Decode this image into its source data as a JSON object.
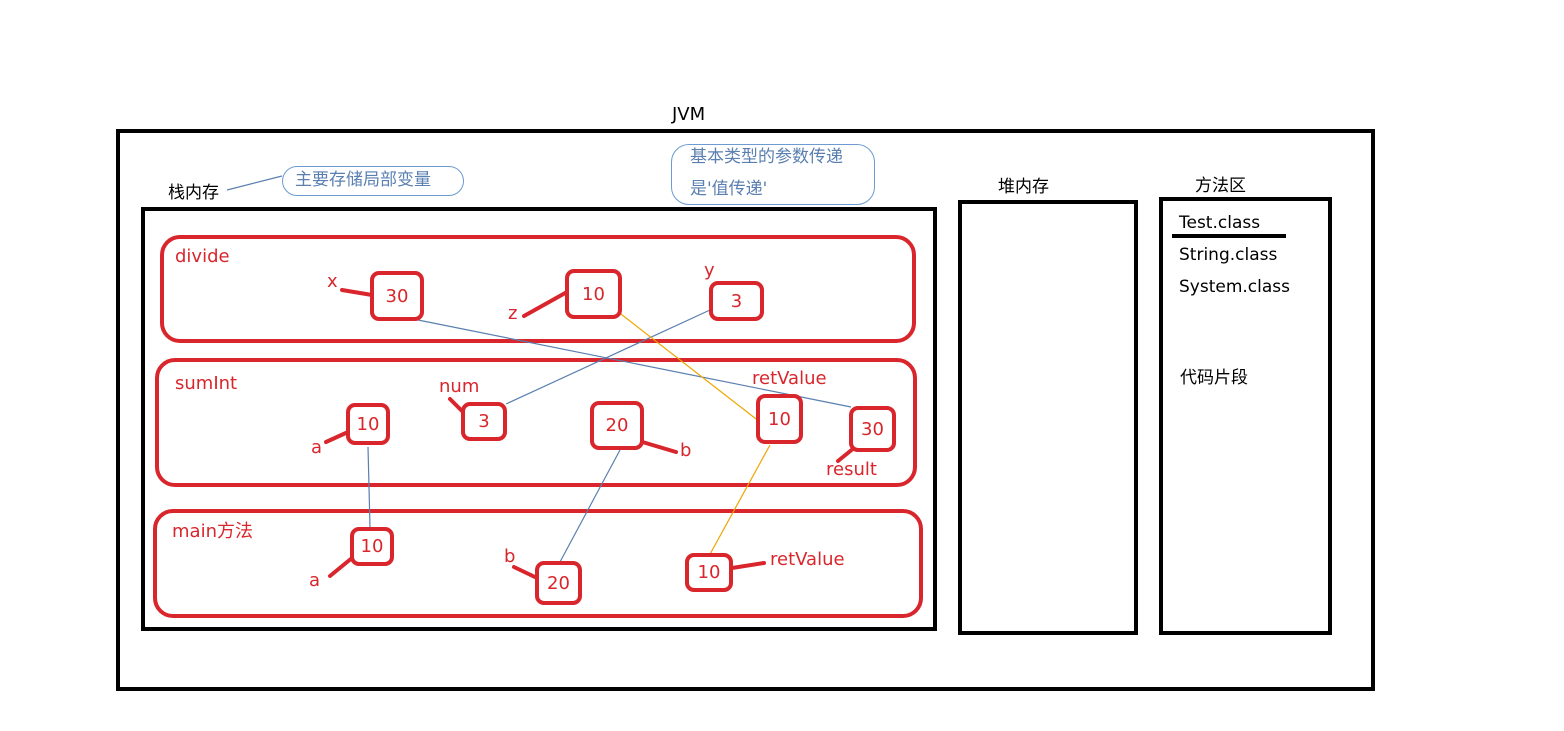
{
  "jvm": {
    "title": "JVM"
  },
  "stack": {
    "title": "栈内存",
    "note": "主要存储局部变量",
    "frames": {
      "divide": {
        "label": "divide",
        "x": {
          "name": "x",
          "value": "30"
        },
        "z": {
          "name": "z",
          "value": "10"
        },
        "y": {
          "name": "y",
          "value": "3"
        }
      },
      "sumInt": {
        "label": "sumInt",
        "a": {
          "name": "a",
          "value": "10"
        },
        "num": {
          "name": "num",
          "value": "3"
        },
        "b": {
          "name": "b",
          "value": "20"
        },
        "retValue": {
          "name": "retValue",
          "value": "10"
        },
        "result": {
          "name": "result",
          "value": "30"
        }
      },
      "main": {
        "label": "main方法",
        "a": {
          "name": "a",
          "value": "10"
        },
        "b": {
          "name": "b",
          "value": "20"
        },
        "retValue": {
          "name": "retValue",
          "value": "10"
        }
      }
    }
  },
  "annotation": {
    "line1": "基本类型的参数传递",
    "line2": "是'值传递'"
  },
  "heap": {
    "title": "堆内存"
  },
  "methodArea": {
    "title": "方法区",
    "classes": [
      "Test.class",
      "String.class",
      "System.class"
    ],
    "codeSegment": "代码片段"
  },
  "colors": {
    "red": "#d9262c",
    "blueLine": "#5a7fb0",
    "orangeLine": "#f0a500",
    "black": "#000000"
  }
}
